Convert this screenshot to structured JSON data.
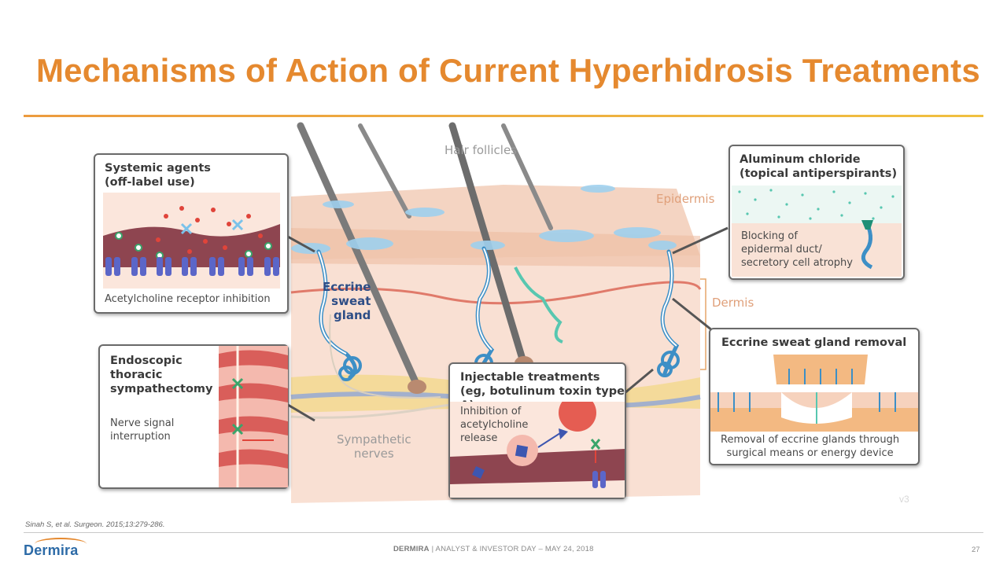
{
  "title": "Mechanisms of Action of Current Hyperhidrosis Treatments",
  "diagram": {
    "labels": {
      "hair_follicles": "Hair follicles",
      "epidermis": "Epidermis",
      "dermis": "Dermis",
      "eccrine_sweat_gland": "Eccrine\nsweat\ngland",
      "sympathetic_nerves": "Sympathetic\nnerves"
    },
    "callouts": {
      "systemic": {
        "title": "Systemic agents\n(off-label use)",
        "caption": "Acetylcholine receptor inhibition"
      },
      "endoscopic": {
        "title": "Endoscopic\nthoracic\nsympathectomy",
        "caption": "Nerve signal\ninterruption"
      },
      "injectable": {
        "title": "Injectable treatments\n(eg, botulinum toxin type A)",
        "caption": "Inhibition of\nacetylcholine\nrelease"
      },
      "aluminum": {
        "title": "Aluminum chloride\n(topical antiperspirants)",
        "caption": "Blocking of\nepidermal duct/\nsecretory cell atrophy"
      },
      "removal": {
        "title": "Eccrine sweat gland removal",
        "caption": "Removal of eccrine glands through\nsurgical means or energy device"
      }
    },
    "version_mark": "v3"
  },
  "footer": {
    "citation": "Sinah S, et al. Surgeon. 2015;13:279-286.",
    "company": "DERMIRA",
    "event": " | ANALYST & INVESTOR DAY – MAY 24, 2018",
    "page_number": "27",
    "logo_text": "Dermira"
  },
  "colors": {
    "title": "#e5892f",
    "accent_rule": "#ec9b3f",
    "sweat_gland": "#3d8fc6",
    "skin": "#f6d2bd"
  }
}
